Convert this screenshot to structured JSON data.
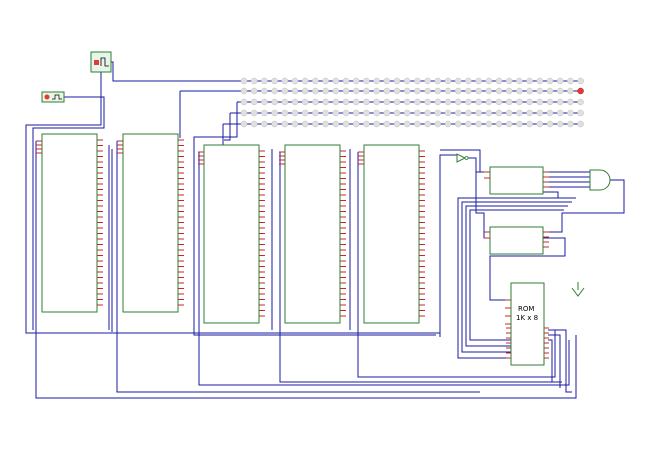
{
  "diagram": {
    "rom_label": "ROM",
    "rom_size": "1K x 8",
    "clock_icon": "clock-input-icon",
    "button_icon": "push-button-icon",
    "ground_icon": "ground-icon",
    "gate_icon": "and-gate-icon",
    "buffer_icon": "buffer-gate-icon",
    "led_rows": 5,
    "leds_per_row": 34,
    "lit_led": {
      "row": 1,
      "index": 33
    },
    "colors": {
      "wire": "#1a1aa0",
      "chip_border": "#2e7d32",
      "pin": "#c62828",
      "led_off": "#e0e0e0",
      "led_on": "#e53935"
    }
  }
}
